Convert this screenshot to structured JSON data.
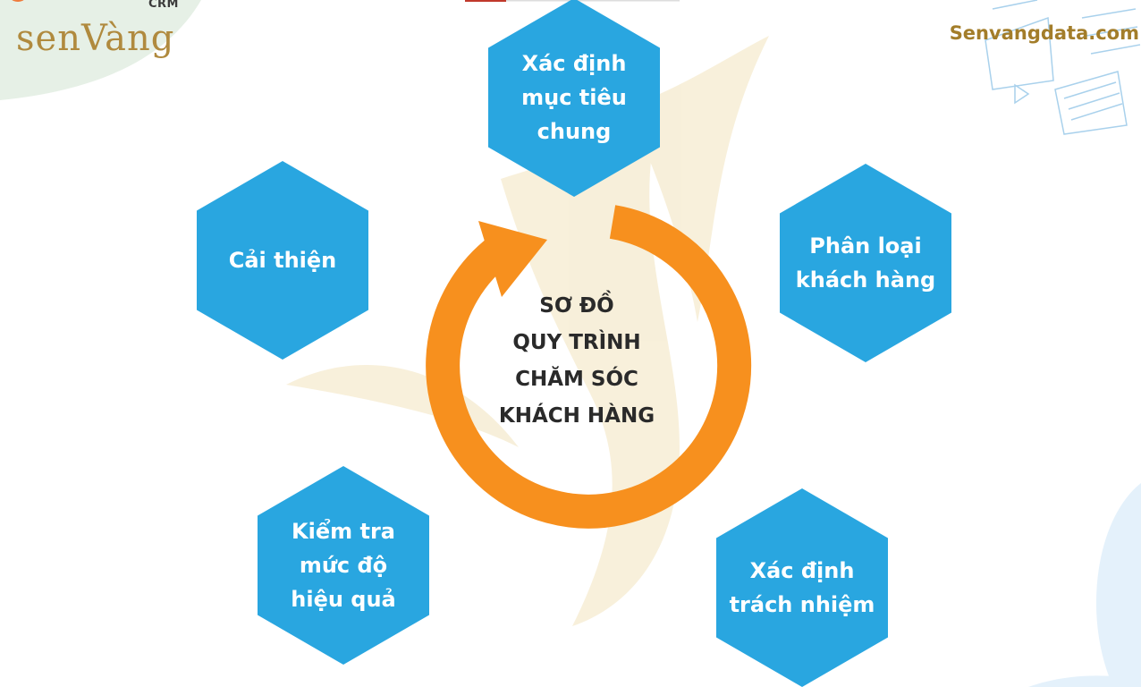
{
  "brand": {
    "logo_crm": "CRM",
    "logo_name": "senVàng",
    "site": "Senvangdata.com"
  },
  "colors": {
    "hexagon": "#29a6e0",
    "arrow": "#f7901e",
    "gold": "#a37d2a"
  },
  "diagram": {
    "center_lines": [
      "SƠ ĐỒ",
      "QUY TRÌNH",
      "CHĂM SÓC",
      "KHÁCH HÀNG"
    ],
    "steps": [
      {
        "lines": [
          "Xác định",
          "mục tiêu",
          "chung"
        ]
      },
      {
        "lines": [
          "Phân loại",
          "khách hàng"
        ]
      },
      {
        "lines": [
          "Xác định",
          "trách nhiệm"
        ]
      },
      {
        "lines": [
          "Kiểm tra",
          "mức độ",
          "hiệu quả"
        ]
      },
      {
        "lines": [
          "Cải thiện"
        ]
      }
    ]
  }
}
